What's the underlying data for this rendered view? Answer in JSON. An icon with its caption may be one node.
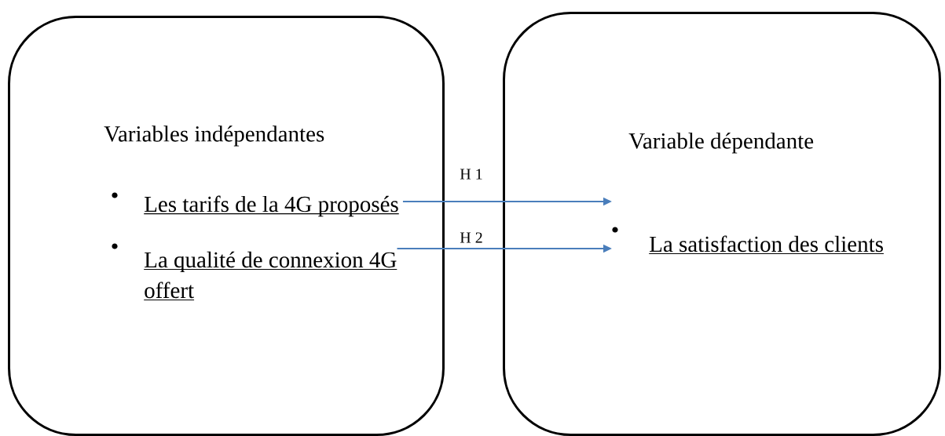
{
  "diagram": {
    "nodes": [
      {
        "text": [
          "Variables indépendantes"
        ]
      },
      {
        "text": [
          "Les tarifs de la 4G proposés"
        ],
        "in": 0
      },
      {
        "text": [
          "La qualité de connexion 4G offert"
        ],
        "in": 0
      },
      {
        "text": [
          "Variable dépendante"
        ]
      },
      {
        "text": [
          "La satisfaction des clients"
        ],
        "in": 3
      }
    ],
    "edges": [
      {
        "from": 1,
        "to": 4,
        "arrow": "to",
        "label": "H 1"
      },
      {
        "from": 2,
        "to": 4,
        "arrow": "to",
        "label": "H 2"
      }
    ]
  }
}
